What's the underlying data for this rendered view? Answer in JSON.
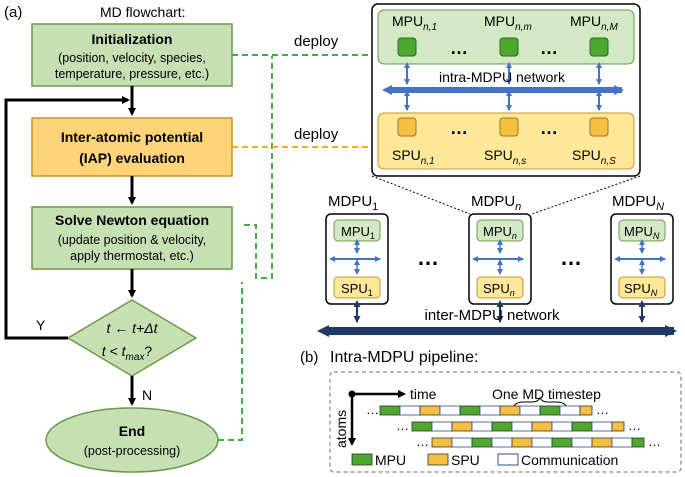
{
  "panel_a": {
    "label": "(a)",
    "title": "MD flowchart:",
    "init": {
      "title": "Initialization",
      "line1": "(position, velocity, species,",
      "line2": "temperature, pressure, etc.)"
    },
    "iap": {
      "line1": "Inter-atomic potential",
      "line2": "(IAP) evaluation"
    },
    "newton": {
      "title": "Solve Newton equation",
      "line1": "(update position & velocity,",
      "line2": "apply thermostat, etc.)"
    },
    "decision": {
      "line1": "t ← t+Δt",
      "line2": "t < t",
      "line2_sub": "max",
      "line2_end": "?"
    },
    "yes": "Y",
    "no": "N",
    "end": {
      "title": "End",
      "sub": "(post-processing)"
    },
    "deploy1": "deploy",
    "deploy2": "deploy",
    "zoom": {
      "mpu_labels": [
        {
          "main": "MPU",
          "sub": "n,1"
        },
        {
          "main": "MPU",
          "sub": "n,m"
        },
        {
          "main": "MPU",
          "sub": "n,M"
        }
      ],
      "spu_labels": [
        {
          "main": "SPU",
          "sub": "n,1"
        },
        {
          "main": "SPU",
          "sub": "n,s"
        },
        {
          "main": "SPU",
          "sub": "n,S"
        }
      ],
      "ellipsis": "…",
      "network": "intra-MDPU network"
    },
    "mdpus": [
      {
        "title": "MDPU",
        "sub": "1",
        "mpu": "MPU",
        "mpu_sub": "1",
        "spu": "SPU",
        "spu_sub": "1"
      },
      {
        "title": "MDPU",
        "sub": "n",
        "mpu": "MPU",
        "mpu_sub": "n",
        "spu": "SPU",
        "spu_sub": "n"
      },
      {
        "title": "MDPU",
        "sub": "N",
        "mpu": "MPU",
        "mpu_sub": "N",
        "spu": "SPU",
        "spu_sub": "N"
      }
    ],
    "dots": "…",
    "inter_network": "inter-MDPU network"
  },
  "panel_b": {
    "label": "(b)",
    "title": "Intra-MDPU pipeline:",
    "time_label": "time",
    "atoms_label": "atoms",
    "timestep_label": "One MD timestep",
    "ellipsis": "…",
    "legend": {
      "mpu": "MPU",
      "spu": "SPU",
      "comm": "Communication"
    }
  },
  "colors": {
    "mpu_green": "#4ea72e",
    "light_green": "#d3e8c4",
    "box_green": "#c6e0b4",
    "spu_yellow": "#f5c040",
    "light_yellow": "#ffe89a",
    "box_orange": "#ffd479",
    "blue": "#4472c4",
    "dark_navy": "#1f3864",
    "deploy_green": "#3cb043",
    "deploy_orange": "#f2b01e"
  }
}
